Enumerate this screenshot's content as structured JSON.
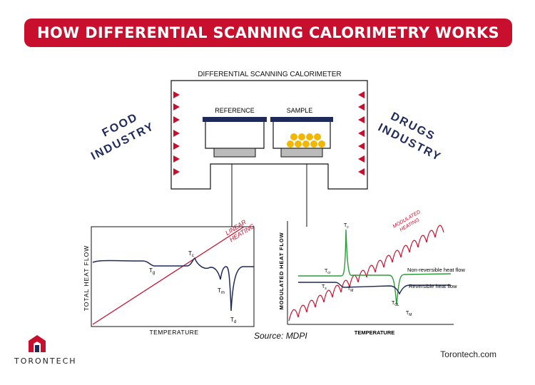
{
  "banner": {
    "title": "HOW DIFFERENTIAL SCANNING CALORIMETRY WORKS",
    "color": "#c8102e"
  },
  "calorimeter": {
    "title": "DIFFERENTIAL SCANNING CALORIMETER",
    "reference_label": "REFERENCE",
    "sample_label": "SAMPLE"
  },
  "side_labels": {
    "left": [
      "FOOD",
      "INDUSTRY"
    ],
    "right": [
      "DRUGS",
      "INDUSTRY"
    ]
  },
  "left_plot": {
    "y_axis": "TOTAL HEAT FLOW",
    "x_axis": "TEMPERATURE",
    "heating": [
      "LINEAR",
      "HEATING"
    ],
    "labels": {
      "tg": "T",
      "tg_sub": "g",
      "tc": "T",
      "tc_sub": "c",
      "tm": "T",
      "tm_sub": "m",
      "td": "T",
      "td_sub": "d"
    }
  },
  "right_plot": {
    "y_axis": "MODULATED HEAT FLOW",
    "x_axis": "TEMPERATURE",
    "heating": [
      "MODULATED",
      "HEATING"
    ],
    "curves": {
      "nonrev": "Non-reversible heat flow",
      "rev": "Reversible heat flow"
    },
    "labels": {
      "tc": "T",
      "tc_sub": "c",
      "tcr": "T",
      "tcr_sub": "cr",
      "tg": "T",
      "tg_sub": "s",
      "tm1": "T",
      "tm1_sub": "M",
      "tcl": "T",
      "tcl_sub": "CL",
      "tm2": "T",
      "tm2_sub": "M"
    }
  },
  "source": "Source: MDPI",
  "brand": {
    "name": "TORONTECH",
    "site": "Torontech.com"
  },
  "colors": {
    "accent": "#c8102e",
    "navy": "#1f2a5a",
    "green": "#2e9b3a",
    "gold": "#f2b705"
  }
}
